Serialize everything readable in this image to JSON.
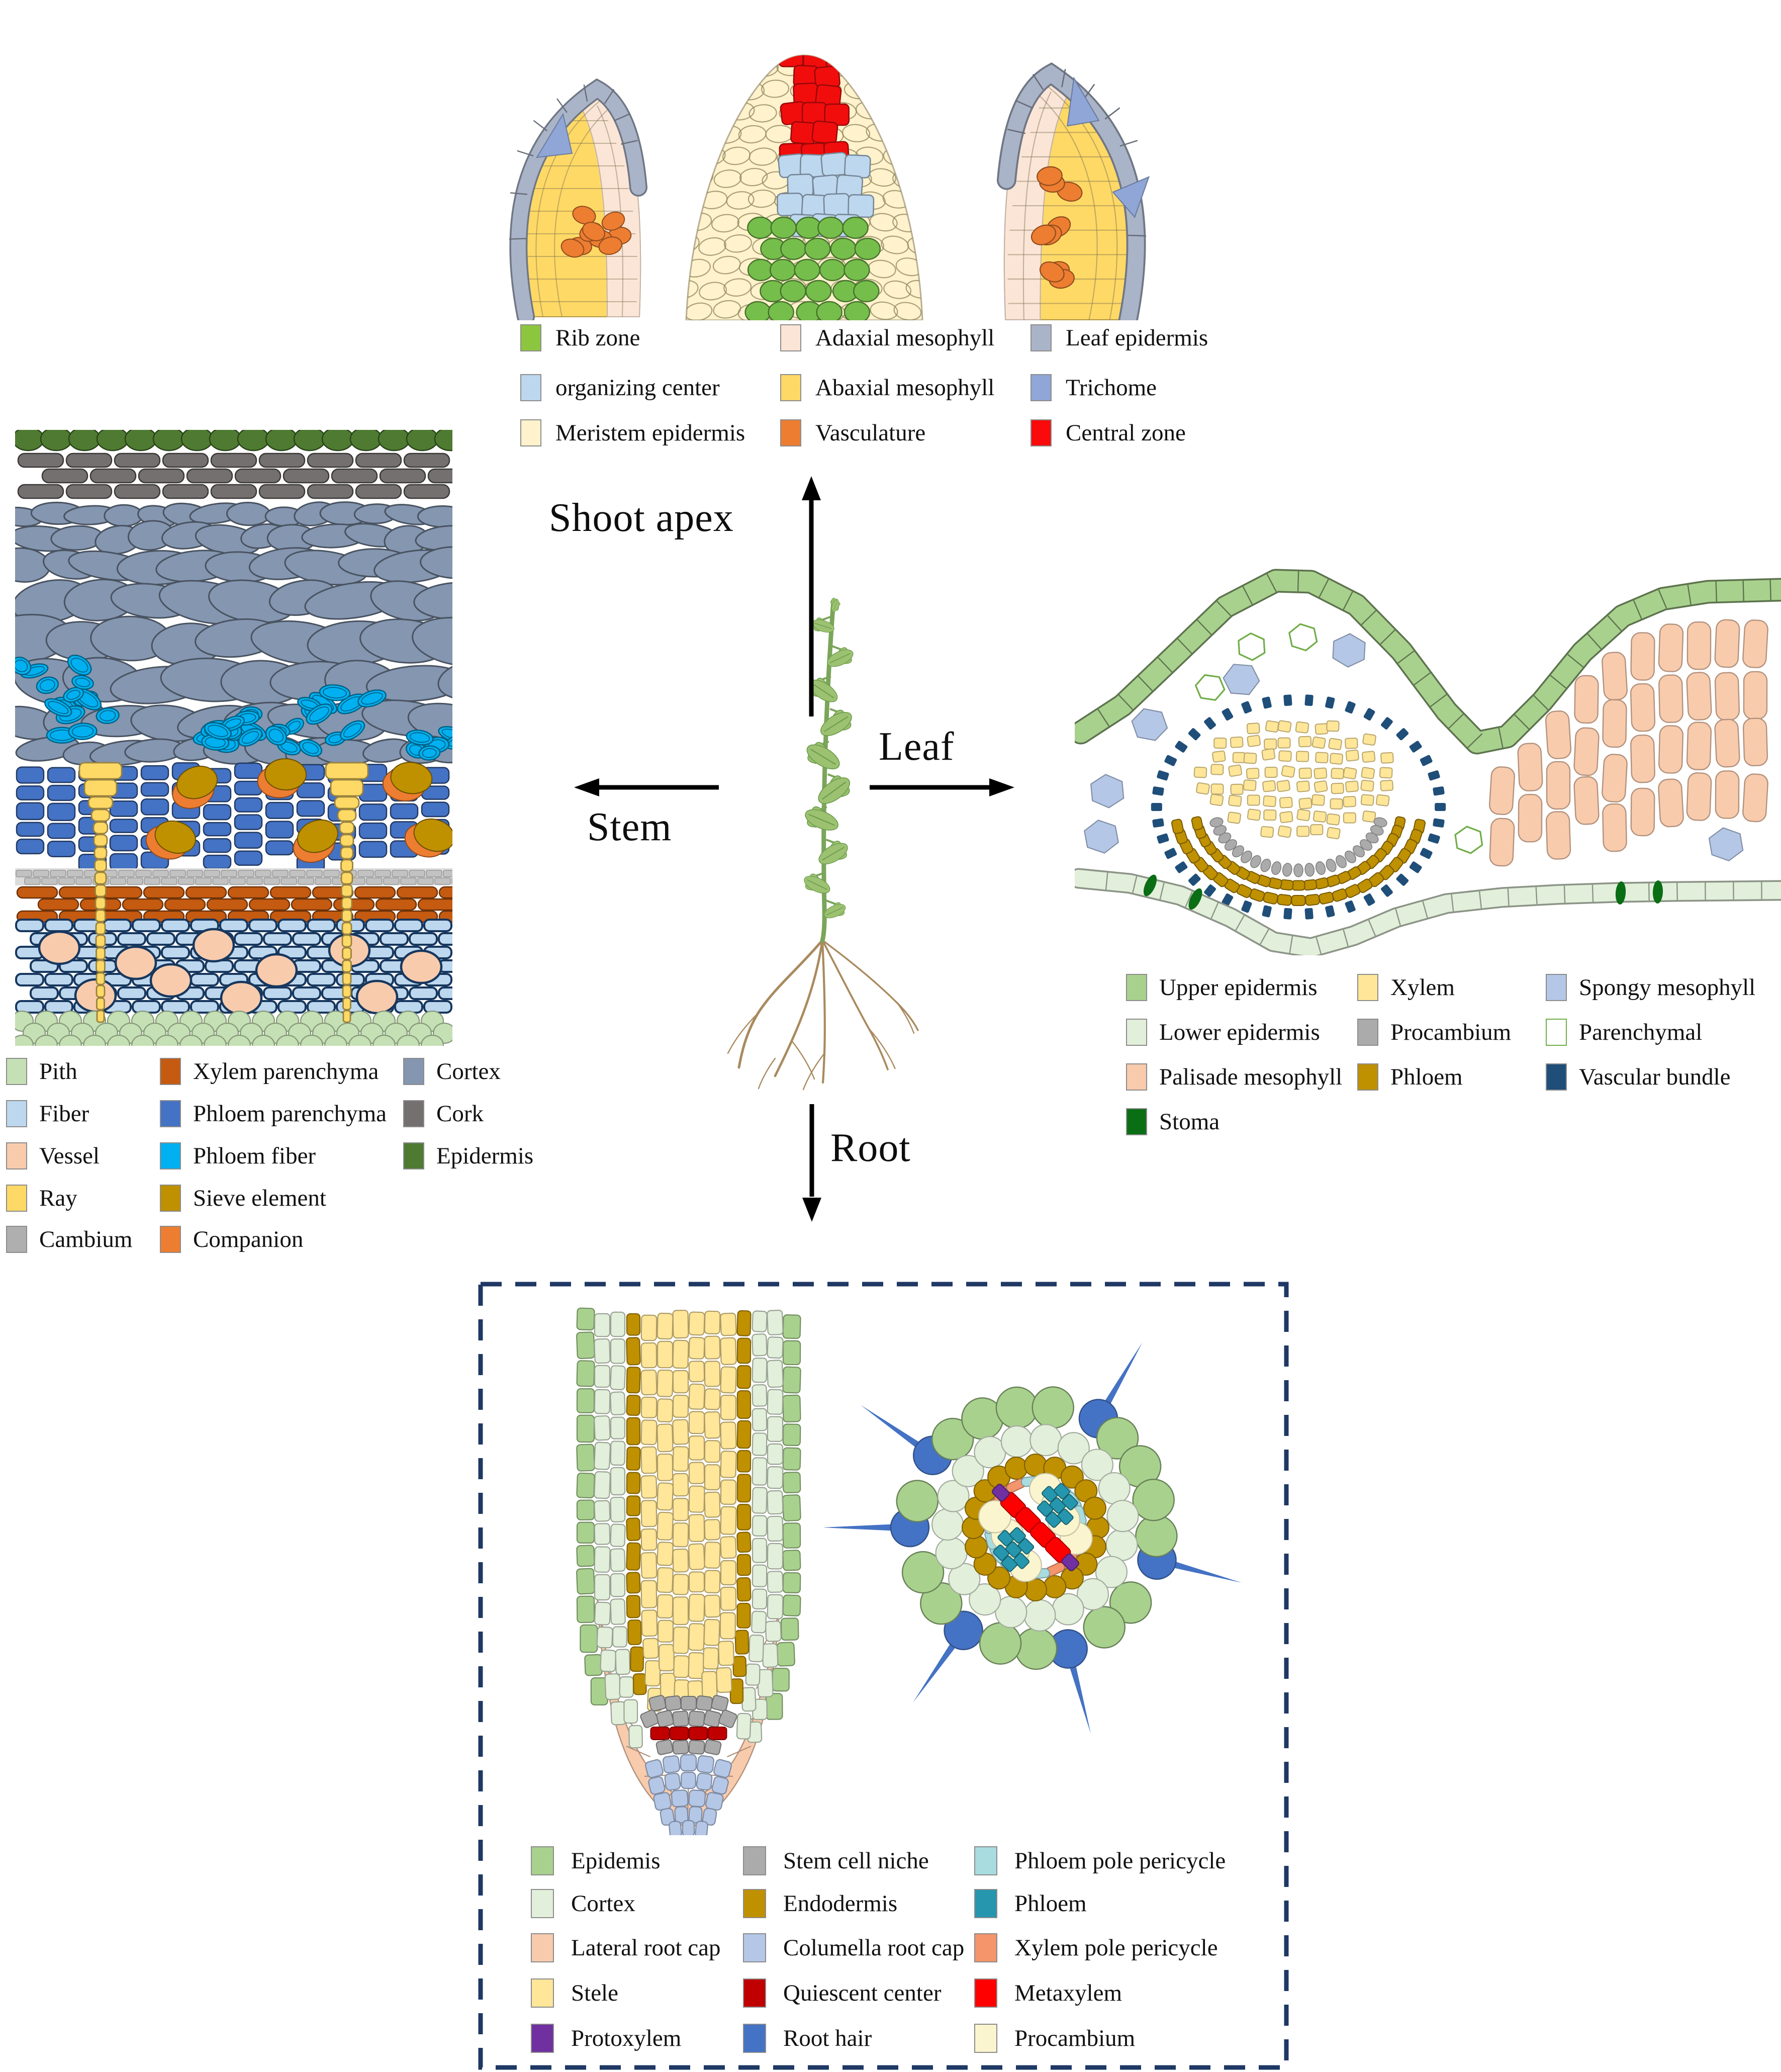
{
  "labels": {
    "shoot_apex": "Shoot apex",
    "stem": "Stem",
    "leaf": "Leaf",
    "root": "Root"
  },
  "legends": {
    "shoot": {
      "items": [
        {
          "label": "Rib zone",
          "color": "#8CC63F",
          "col": 0,
          "row": 0
        },
        {
          "label": "organizing center",
          "color": "#BDD7EE",
          "col": 0,
          "row": 1
        },
        {
          "label": "Meristem epidermis",
          "color": "#FFF2CC",
          "col": 0,
          "row": 2
        },
        {
          "label": "Adaxial mesophyll",
          "color": "#FBE5D6",
          "col": 1,
          "row": 0
        },
        {
          "label": "Abaxial mesophyll",
          "color": "#FFD966",
          "col": 1,
          "row": 1
        },
        {
          "label": "Vasculature",
          "color": "#ED7D31",
          "col": 1,
          "row": 2
        },
        {
          "label": "Leaf epidermis",
          "color": "#AAB4C8",
          "col": 2,
          "row": 0
        },
        {
          "label": "Trichome",
          "color": "#8FA6D6",
          "col": 2,
          "row": 1
        },
        {
          "label": "Central zone",
          "color": "#FA0A0A",
          "col": 2,
          "row": 2
        }
      ]
    },
    "stem": {
      "items": [
        {
          "label": "Pith",
          "color": "#C5E0B4",
          "col": 0,
          "row": 0
        },
        {
          "label": "Fiber",
          "color": "#BDD7EE",
          "col": 0,
          "row": 1
        },
        {
          "label": "Vessel",
          "color": "#F8CBAD",
          "col": 0,
          "row": 2
        },
        {
          "label": "Ray",
          "color": "#FFD966",
          "col": 0,
          "row": 3
        },
        {
          "label": "Cambium",
          "color": "#AFAFAF",
          "col": 0,
          "row": 4
        },
        {
          "label": "Xylem parenchyma",
          "color": "#C55A11",
          "col": 1,
          "row": 0
        },
        {
          "label": "Phloem parenchyma",
          "color": "#4472C4",
          "col": 1,
          "row": 1
        },
        {
          "label": "Phloem fiber",
          "color": "#00B0F0",
          "col": 1,
          "row": 2
        },
        {
          "label": "Sieve element",
          "color": "#BF9000",
          "col": 1,
          "row": 3
        },
        {
          "label": "Companion",
          "color": "#ED7D31",
          "col": 1,
          "row": 4
        },
        {
          "label": "Cortex",
          "color": "#8496B0",
          "col": 2,
          "row": 0
        },
        {
          "label": "Cork",
          "color": "#757070",
          "col": 2,
          "row": 1
        },
        {
          "label": "Epidermis",
          "color": "#4E7B31",
          "col": 2,
          "row": 2
        }
      ]
    },
    "leaf": {
      "items": [
        {
          "label": "Upper epidermis",
          "color": "#A9D18E",
          "col": 0,
          "row": 0
        },
        {
          "label": "Lower epidermis",
          "color": "#E2EFDA",
          "col": 0,
          "row": 1
        },
        {
          "label": "Palisade mesophyll",
          "color": "#F8CBAD",
          "col": 0,
          "row": 2
        },
        {
          "label": "Stoma",
          "color": "#0A6E14",
          "col": 0,
          "row": 3
        },
        {
          "label": "Xylem",
          "color": "#FFE699",
          "col": 1,
          "row": 0
        },
        {
          "label": "Procambium",
          "color": "#ABABAB",
          "col": 1,
          "row": 1
        },
        {
          "label": "Phloem",
          "color": "#BF9000",
          "col": 1,
          "row": 2
        },
        {
          "label": "Spongy mesophyll",
          "color": "#B4C7E7",
          "col": 2,
          "row": 0
        },
        {
          "label": "Parenchymal",
          "color": "#FFFFFF",
          "border": "#70AD47",
          "col": 2,
          "row": 1
        },
        {
          "label": "Vascular bundle",
          "color": "#1F4E79",
          "col": 2,
          "row": 2
        }
      ]
    },
    "root": {
      "items": [
        {
          "label": "Epidemis",
          "color": "#A9D18E",
          "col": 0,
          "row": 0
        },
        {
          "label": "Cortex",
          "color": "#E2EFDA",
          "col": 0,
          "row": 1
        },
        {
          "label": "Lateral root cap",
          "color": "#F8CBAD",
          "col": 0,
          "row": 2
        },
        {
          "label": "Stele",
          "color": "#FFE699",
          "col": 0,
          "row": 3
        },
        {
          "label": "Protoxylem",
          "color": "#7030A0",
          "col": 0,
          "row": 4
        },
        {
          "label": "Stem cell niche",
          "color": "#ABABAB",
          "col": 1,
          "row": 0
        },
        {
          "label": "Endodermis",
          "color": "#BF9000",
          "col": 1,
          "row": 1
        },
        {
          "label": "Columella root cap",
          "color": "#B4C7E7",
          "col": 1,
          "row": 2
        },
        {
          "label": "Quiescent center",
          "color": "#C00000",
          "col": 1,
          "row": 3
        },
        {
          "label": "Root hair",
          "color": "#4472C4",
          "col": 1,
          "row": 4
        },
        {
          "label": "Phloem pole pericycle",
          "color": "#A8DCDF",
          "col": 2,
          "row": 0
        },
        {
          "label": "Phloem",
          "color": "#2596AD",
          "col": 2,
          "row": 1
        },
        {
          "label": "Xylem pole pericycle",
          "color": "#F4956B",
          "col": 2,
          "row": 2
        },
        {
          "label": "Metaxylem",
          "color": "#FF0000",
          "col": 2,
          "row": 3
        },
        {
          "label": "Procambium",
          "color": "#FAF5CE",
          "col": 2,
          "row": 4
        }
      ]
    }
  },
  "palette": {
    "arrow": "#000000",
    "dashed_box": "#1F3864",
    "shoot": {
      "dome": "#FFF2CC",
      "central": "#F20D0D",
      "organizing": "#BDD7EE",
      "rib": "#76BE4B",
      "band": "#AAB4C8",
      "adaxial": "#FBE5D6",
      "abaxial": "#FFD966",
      "vasc": "#ED7D31",
      "trichome": "#8FA6D6"
    },
    "stem": {
      "epidermis": "#4E7B31",
      "cork": "#757070",
      "cortex": "#8496B0",
      "phloemFiber": "#00B0F0",
      "phloemPar": "#4472C4",
      "ray": "#FFD966",
      "sieve": "#BF9000",
      "companion": "#ED7D31",
      "cambium": "#C2C2C2",
      "xylemPar": "#C55A11",
      "fiber": "#BDD7EE",
      "fiberStroke": "#17375E",
      "vessel": "#F8CBAD",
      "pith": "#C5E0B4"
    },
    "leaf": {
      "upper": "#A9D18E",
      "lower": "#E2EFDA",
      "palisade": "#F8CBAD",
      "stoma": "#0A6E14",
      "spongy": "#B4C7E7",
      "parenchymal": "#70AD47",
      "bundle": "#1F4E79",
      "xylem": "#FFE699",
      "procambium": "#ABABAB",
      "phloem": "#BF9000"
    },
    "roottip": {
      "epidermis": "#A9D18E",
      "cortex": "#E2EFDA",
      "endodermis": "#BF9000",
      "stele": "#FFE699",
      "niche": "#ABABAB",
      "qc": "#C00000",
      "columella": "#B4C7E7",
      "lateralcap": "#F8CBAD"
    },
    "rootcross": {
      "epidermis": "#A9D18E",
      "cortex": "#E2EFDA",
      "endodermis": "#BF9000",
      "periP": "#A8DCDF",
      "periX": "#F4956B",
      "procambium": "#FAF5CE",
      "metaxylem": "#FF0000",
      "protoxylem": "#7030A0",
      "phloem": "#2596AD",
      "roothair": "#4472C4"
    },
    "plant": {
      "leaf": "#9CC271",
      "leafStroke": "#6F9E4F",
      "stem": "#7BA55A",
      "root": "#A98A5F"
    }
  }
}
